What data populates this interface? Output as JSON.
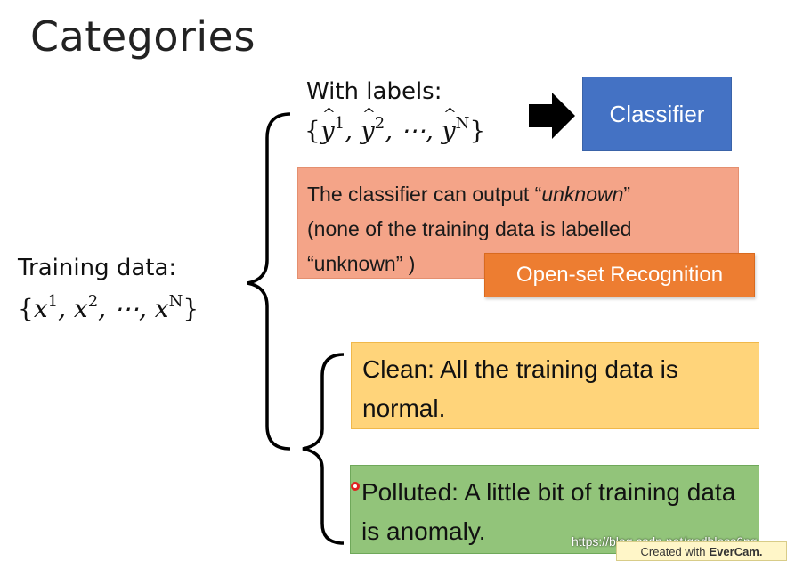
{
  "title": "Categories",
  "with_labels": {
    "label": "With labels:",
    "math_open": "{",
    "y": "y",
    "sup1": "1",
    "sup2": "2",
    "supN": "N",
    "sep": ",",
    "dots": "⋯",
    "math_close": "}"
  },
  "classifier": {
    "label": "Classifier",
    "color": "#4472C4"
  },
  "unknown_note": {
    "line1_pre": "The classifier can output “",
    "line1_em": "unknown",
    "line1_post": "”",
    "line2": "(none of the training data is labelled",
    "line3": "“unknown” )",
    "color": "#F4A488"
  },
  "open_set": {
    "label": "Open-set Recognition",
    "color": "#ED7D31"
  },
  "training": {
    "label": "Training data:",
    "math_open": "{",
    "x": "x",
    "sup1": "1",
    "sup2": "2",
    "supN": "N",
    "sep": ",",
    "dots": "⋯",
    "math_close": "}"
  },
  "clean": {
    "text": "Clean: All the training data is normal.",
    "color": "#FFD47A"
  },
  "polluted": {
    "text": "Polluted: A little bit of training data is anomaly.",
    "color": "#92C47A"
  },
  "watermark": {
    "url": "https://blog.csdn.net/godbless6ng",
    "evercam_pre": "Created with",
    "evercam_brand": "EverCam."
  },
  "icons": {
    "arrow": "arrow-right-icon",
    "cursor": "pointer-dot-icon"
  }
}
